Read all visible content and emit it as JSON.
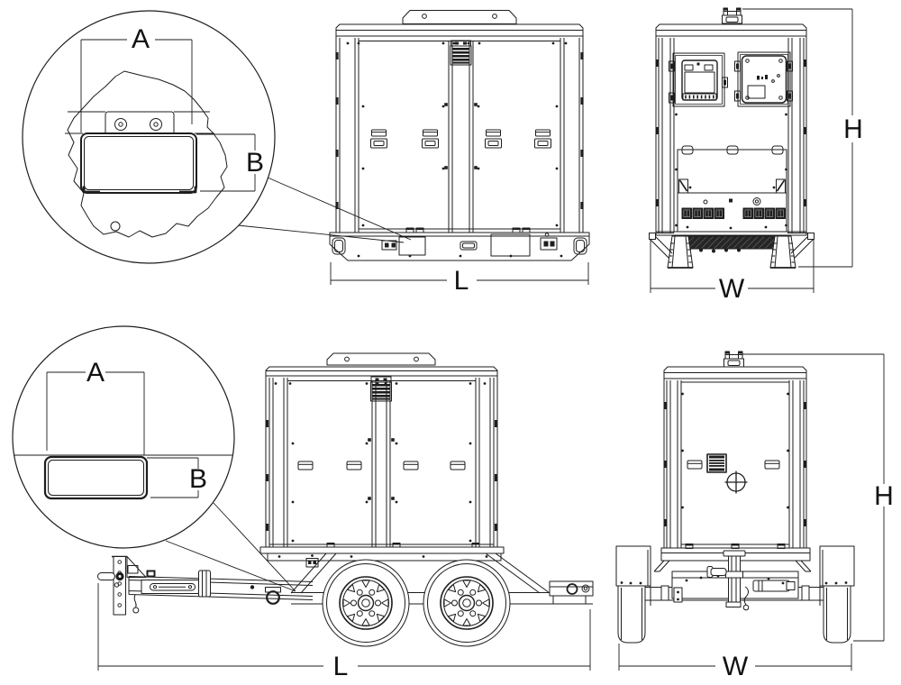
{
  "diagram": {
    "type": "technical-dimension-drawing",
    "views": {
      "skid": {
        "detail": {
          "a": "A",
          "b": "B"
        },
        "side": {
          "length": "L"
        },
        "rear": {
          "height": "H",
          "width": "W"
        }
      },
      "trailer": {
        "detail": {
          "a": "A",
          "b": "B"
        },
        "side": {
          "length": "L"
        },
        "front": {
          "height": "H",
          "width": "W"
        }
      }
    },
    "colors": {
      "line": "#1d1d1d",
      "background": "#ffffff"
    }
  }
}
